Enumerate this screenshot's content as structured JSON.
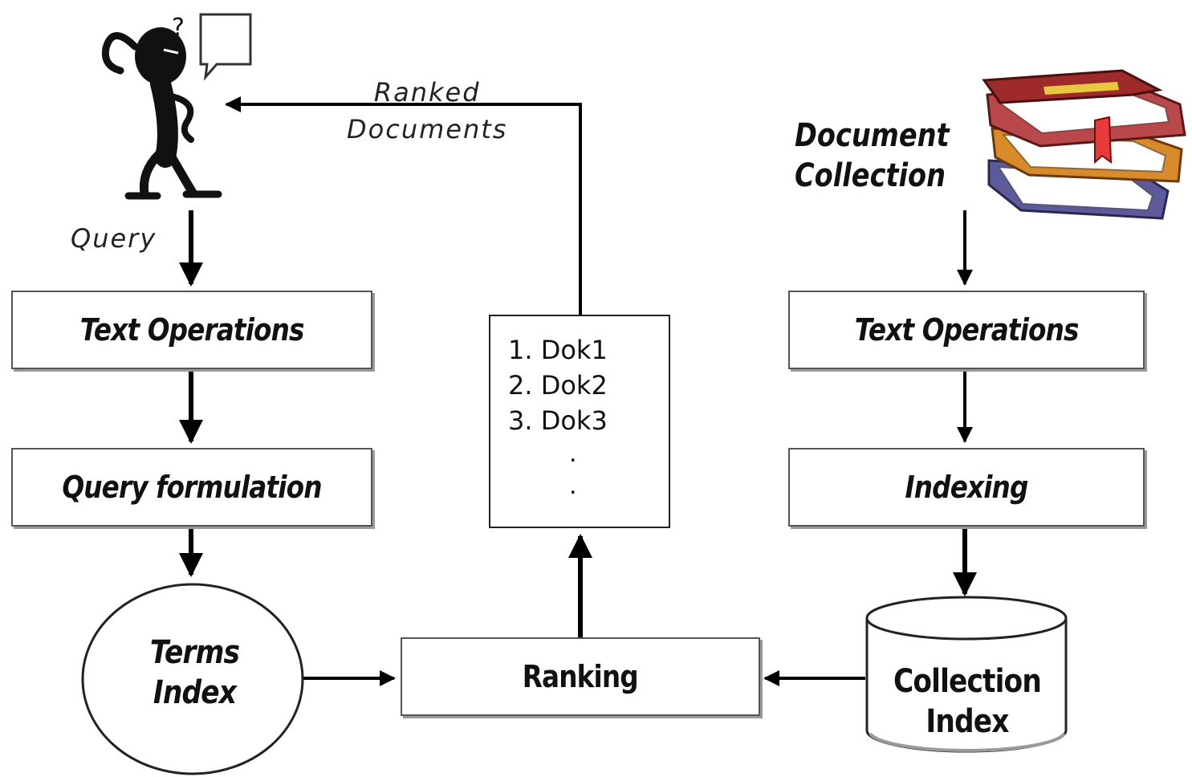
{
  "user": {
    "question_mark": "?"
  },
  "edges": {
    "query": "Query",
    "ranked_documents_line1": "Ranked",
    "ranked_documents_line2": "Documents"
  },
  "query_side": {
    "text_operations": "Text Operations",
    "query_formulation": "Query formulation",
    "terms_index_line1": "Terms",
    "terms_index_line2": "Index"
  },
  "ranking": {
    "label": "Ranking"
  },
  "results": {
    "items": [
      "1. Dok1",
      "2. Dok2",
      "3. Dok3"
    ],
    "more_1": ".",
    "more_2": "."
  },
  "document_side": {
    "collection_line1": "Document",
    "collection_line2": "Collection",
    "text_operations": "Text Operations",
    "indexing": "Indexing",
    "collection_index_line1": "Collection",
    "collection_index_line2": "Index"
  }
}
